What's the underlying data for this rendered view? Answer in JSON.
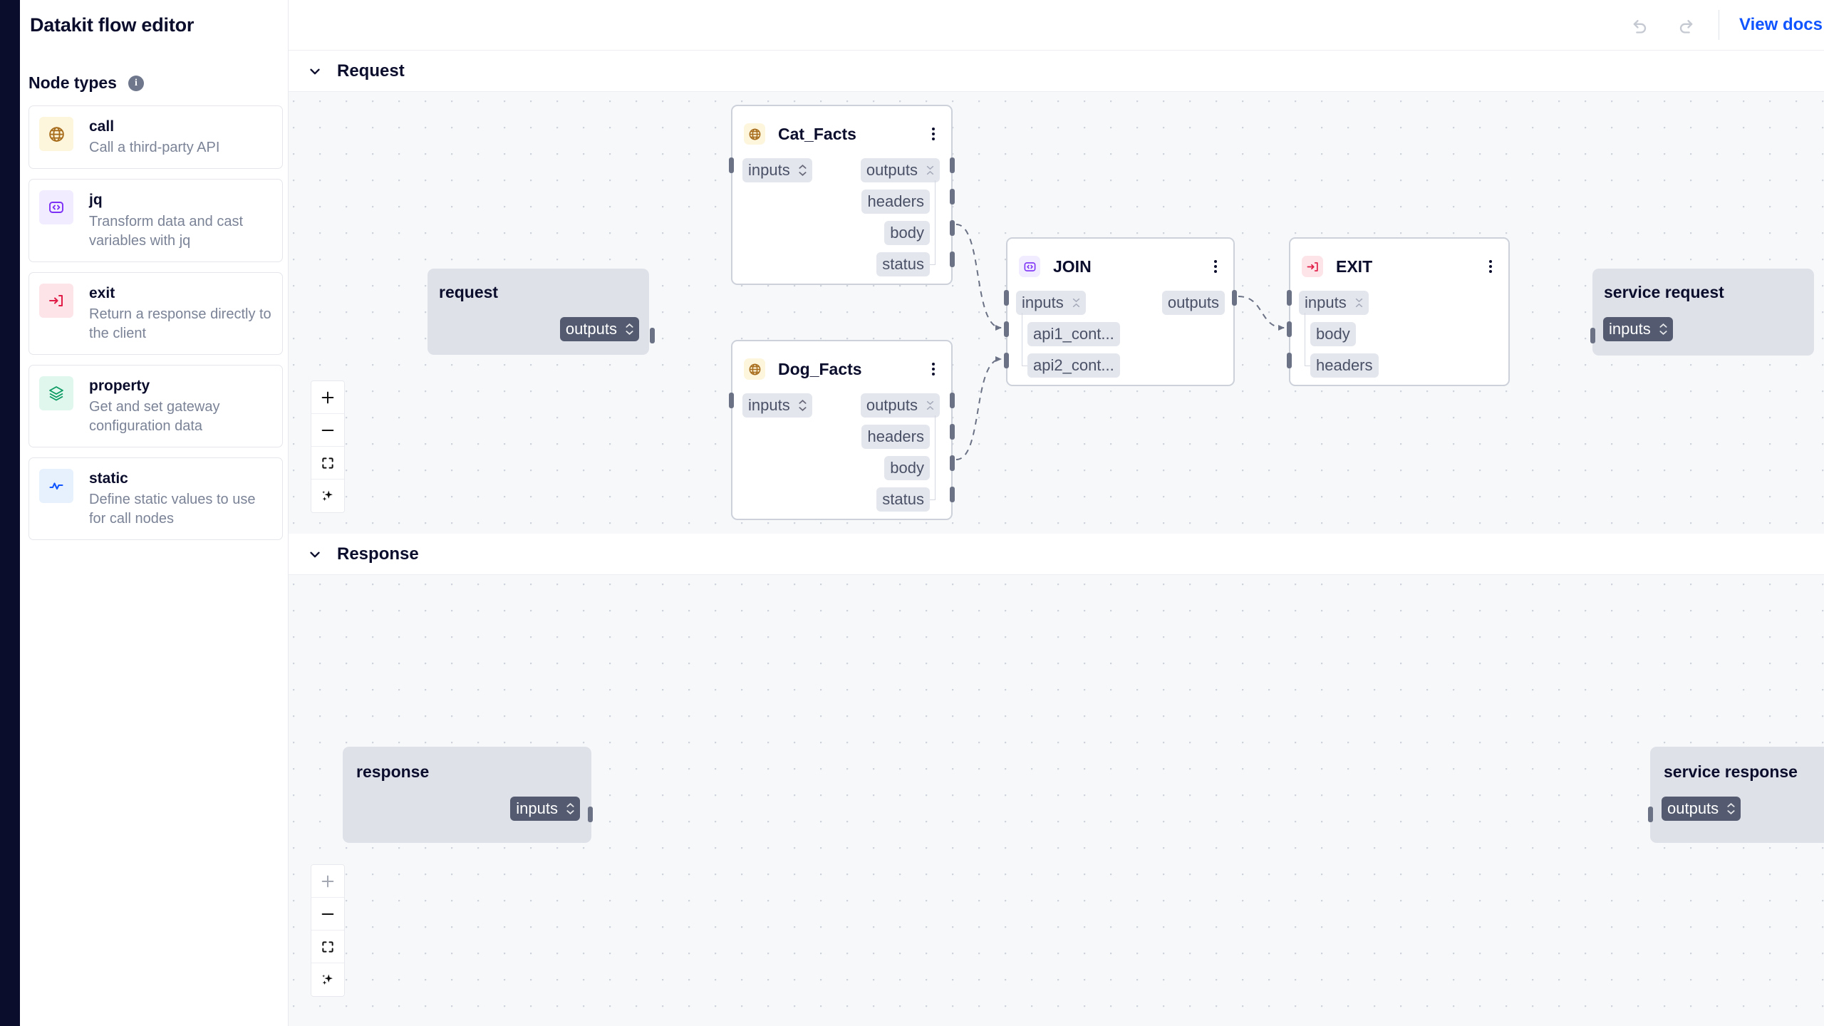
{
  "app": {
    "title": "Datakit flow editor"
  },
  "topbar": {
    "undo_label": "undo",
    "redo_label": "redo",
    "view_docs_label": "View docs"
  },
  "sidebar": {
    "section_label": "Node types",
    "info_glyph": "i",
    "items": [
      {
        "name": "call",
        "desc": "Call a third-party API",
        "icon": "globe-icon",
        "icon_bg": "#fbf4dd",
        "icon_color": "#b07b2a"
      },
      {
        "name": "jq",
        "desc": "Transform data and cast variables with jq",
        "icon": "code-brackets-icon",
        "icon_bg": "#efe9ff",
        "icon_color": "#7c2ff5"
      },
      {
        "name": "exit",
        "desc": "Return a response directly to the client",
        "icon": "exit-arrow-icon",
        "icon_bg": "#fde0e4",
        "icon_color": "#e01b45"
      },
      {
        "name": "property",
        "desc": "Get and set gateway configuration data",
        "icon": "layers-icon",
        "icon_bg": "#ddf6ec",
        "icon_color": "#0b9a62"
      },
      {
        "name": "static",
        "desc": "Define static values to use for call nodes",
        "icon": "pulse-icon",
        "icon_bg": "#e4f0fd",
        "icon_color": "#1155ff"
      }
    ]
  },
  "flow": {
    "sections": [
      {
        "id": "request",
        "title": "Request",
        "expanded": true
      },
      {
        "id": "response",
        "title": "Response",
        "expanded": true
      }
    ],
    "canvas_controls": [
      {
        "name": "zoom-in-button",
        "glyph": "+"
      },
      {
        "name": "zoom-out-button",
        "glyph": "−"
      },
      {
        "name": "fit-view-button",
        "glyph": "fit"
      },
      {
        "name": "auto-layout-button",
        "glyph": "sparkle"
      }
    ],
    "request_nodes": [
      {
        "id": "request",
        "title": "request",
        "kind": "terminal",
        "ports_right": [
          {
            "label": "outputs",
            "style": "dark",
            "stepper": true
          }
        ],
        "ports_left": []
      },
      {
        "id": "cat_facts",
        "title": "Cat_Facts",
        "kind": "call",
        "icon": "globe-icon",
        "ports_left": [
          {
            "label": "inputs",
            "stepper": true
          }
        ],
        "ports_right": [
          {
            "label": "outputs",
            "stepper": true,
            "expanded": true
          },
          {
            "label": "headers",
            "child": true
          },
          {
            "label": "body",
            "child": true
          },
          {
            "label": "status",
            "child": true
          }
        ]
      },
      {
        "id": "dog_facts",
        "title": "Dog_Facts",
        "kind": "call",
        "icon": "globe-icon",
        "ports_left": [
          {
            "label": "inputs",
            "stepper": true
          }
        ],
        "ports_right": [
          {
            "label": "outputs",
            "stepper": true,
            "expanded": true
          },
          {
            "label": "headers",
            "child": true
          },
          {
            "label": "body",
            "child": true
          },
          {
            "label": "status",
            "child": true
          }
        ]
      },
      {
        "id": "join",
        "title": "JOIN",
        "kind": "jq",
        "icon": "code-brackets-icon",
        "ports_left": [
          {
            "label": "inputs",
            "stepper": true,
            "expanded": true
          },
          {
            "label": "api1_cont...",
            "child": true
          },
          {
            "label": "api2_cont...",
            "child": true
          }
        ],
        "ports_right": [
          {
            "label": "outputs"
          }
        ]
      },
      {
        "id": "exit",
        "title": "EXIT",
        "kind": "exit",
        "icon": "exit-arrow-icon",
        "ports_left": [
          {
            "label": "inputs",
            "stepper": true,
            "expanded": true
          },
          {
            "label": "body",
            "child": true
          },
          {
            "label": "headers",
            "child": true
          }
        ],
        "ports_right": []
      },
      {
        "id": "service_request",
        "title": "service request",
        "kind": "terminal",
        "ports_left": [
          {
            "label": "inputs",
            "style": "dark",
            "stepper": true
          }
        ],
        "ports_right": []
      }
    ],
    "response_nodes": [
      {
        "id": "response",
        "title": "response",
        "kind": "terminal",
        "ports_right": [
          {
            "label": "inputs",
            "style": "dark",
            "stepper": true
          }
        ],
        "ports_left": []
      },
      {
        "id": "service_response",
        "title": "service response",
        "kind": "terminal",
        "ports_left": [
          {
            "label": "outputs",
            "style": "dark",
            "stepper": true
          }
        ],
        "ports_right": []
      }
    ]
  },
  "colors": {
    "rail": "#0b0d2c",
    "accent_link": "#1155ff",
    "canvas_bg": "#f7f8fa",
    "terminal_node_bg": "#dcdfe9",
    "pill_bg": "#e4e7ef",
    "pill_dark_bg": "#4f566b",
    "edge": "#8e94a3"
  }
}
